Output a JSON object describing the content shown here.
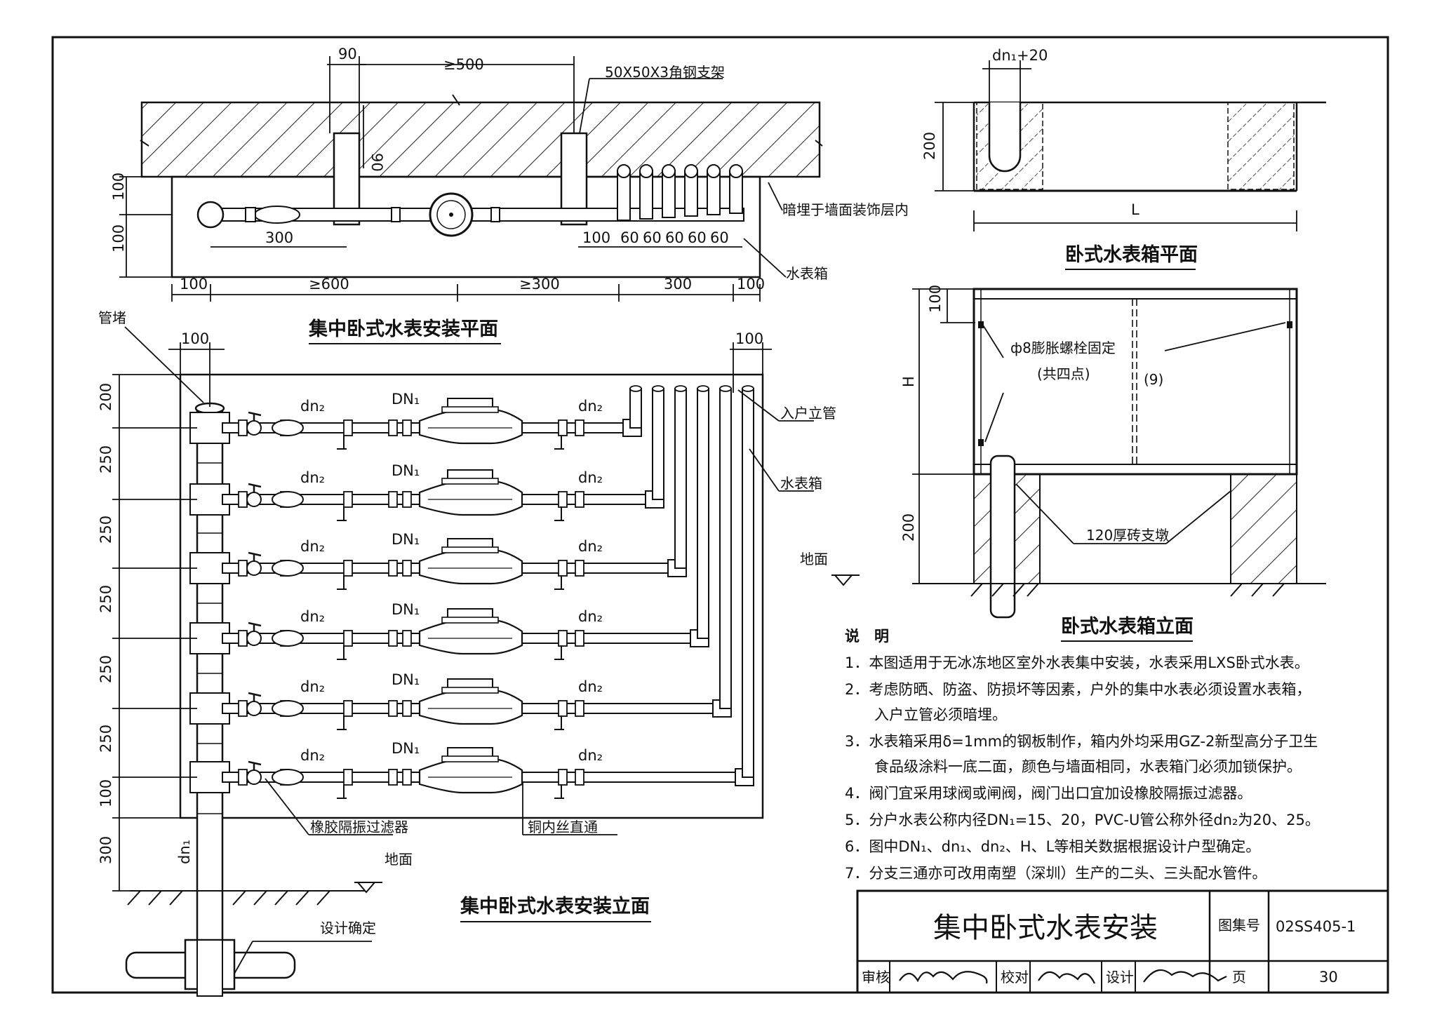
{
  "plan": {
    "title": "集中卧式水表安装平面",
    "dims_top": [
      "90",
      "≥500"
    ],
    "dim_side_90": "90",
    "angle_label": "50X50X3角钢支架",
    "embed_label": "暗埋于墙面装饰层内",
    "box_label": "水表箱",
    "dims_left": [
      "100",
      "100"
    ],
    "dims_inner": [
      "300",
      "100",
      "60",
      "60",
      "60",
      "60",
      "60"
    ],
    "dims_bottom": [
      "100",
      "≥600",
      "≥300",
      "300",
      "100"
    ]
  },
  "elev": {
    "title": "集中卧式水表安装立面",
    "cap_label": "管堵",
    "dim_100_left": "100",
    "dim_100_right": "100",
    "riser_label": "入户立管",
    "box_label": "水表箱",
    "vdims": [
      "200",
      "250",
      "250",
      "250",
      "250",
      "250",
      "100",
      "300"
    ],
    "dn2": "dn₂",
    "DN1": "DN₁",
    "dn1_vertical": "dn₁",
    "filter_label": "橡胶隔振过滤器",
    "fitting_label": "铜内丝直通",
    "ground_label": "地面",
    "design_label": "设计确定"
  },
  "tplan": {
    "title": "卧式水表箱平面",
    "dim_top": "dn₁+20",
    "dim_left": "200",
    "dim_bottom": "L"
  },
  "televation": {
    "title": "卧式水表箱立面",
    "dim_100": "100",
    "dim_H": "H",
    "dim_200": "200",
    "bolt_label_1": "ф8膨胀螺栓固定",
    "bolt_label_2": "(共四点)",
    "brick_label": "120厚砖支墩",
    "ground_label": "地面",
    "inner_mark": "(9)"
  },
  "notes": {
    "heading": "说　明",
    "items": [
      "1．本图适用于无冰冻地区室外水表集中安装，水表采用LXS卧式水表。",
      "2．考虑防晒、防盗、防损坏等因素，户外的集中水表必须设置水表箱，",
      "　　入户立管必须暗埋。",
      "3．水表箱采用δ=1mm的钢板制作，箱内外均采用GZ-2新型高分子卫生",
      "　　食品级涂料一底二面，颜色与墙面相同，水表箱门必须加锁保护。",
      "4．阀门宜采用球阀或闸阀，阀门出口宜加设橡胶隔振过滤器。",
      "5．分户水表公称内径DN₁=15、20，PVC-U管公称外径dn₂为20、25。",
      "6．图中DN₁、dn₁、dn₂、H、L等相关数据根据设计户型确定。",
      "7．分支三通亦可改用南塑（深圳）生产的二头、三头配水管件。"
    ]
  },
  "titleblock": {
    "title": "集中卧式水表安装",
    "atlas_label": "图集号",
    "atlas_no": "02SS405-1",
    "review_label": "审核",
    "check_label": "校对",
    "design_label": "设计",
    "page_label": "页",
    "page_no": "30"
  }
}
